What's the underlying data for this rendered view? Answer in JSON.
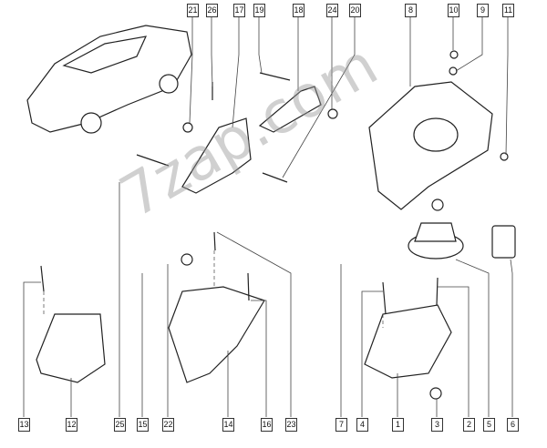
{
  "diagram": {
    "title": "Engine mounting parts",
    "watermark": "7zap.com",
    "top_labels": [
      "21",
      "26",
      "17",
      "19",
      "18",
      "24",
      "20",
      "8",
      "10",
      "9",
      "11"
    ],
    "bottom_labels": [
      "13",
      "12",
      "25",
      "15",
      "22",
      "14",
      "16",
      "23",
      "7",
      "4",
      "1",
      "3",
      "2",
      "5",
      "6"
    ]
  }
}
